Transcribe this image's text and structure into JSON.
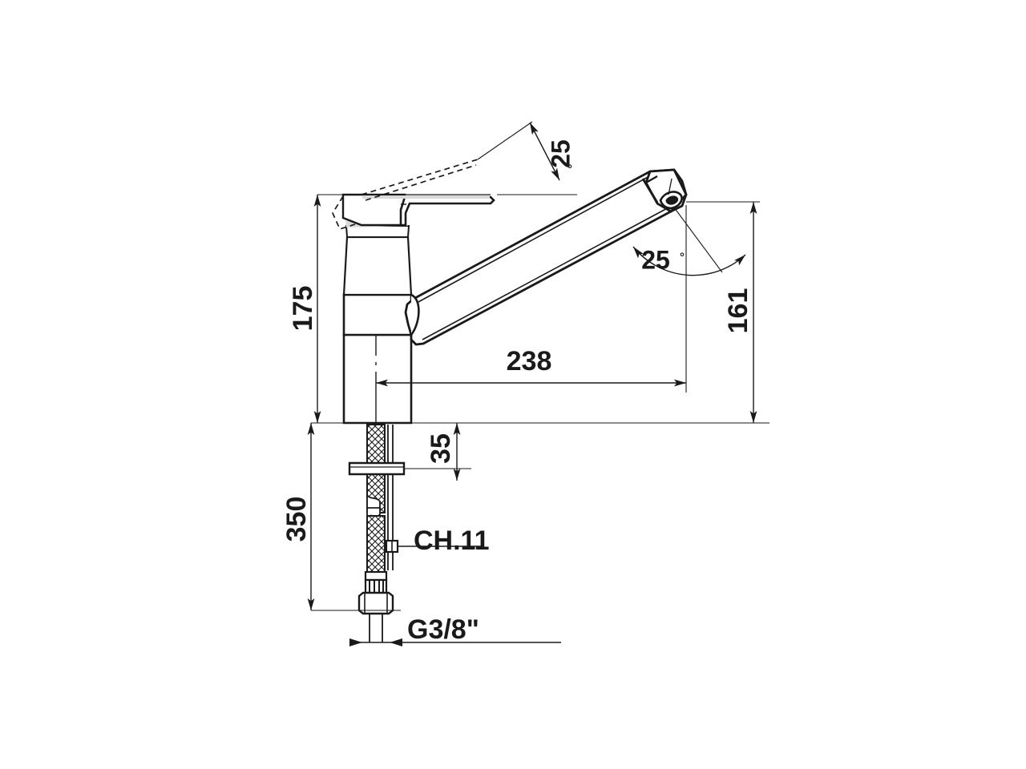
{
  "drawing": {
    "type": "technical-drawing",
    "subject": "single-lever kitchen mixer faucet",
    "view": "side elevation",
    "background_color": "#ffffff",
    "line_color": "#1a1a1a",
    "shading_color": "#d9d9d9"
  },
  "dimensions": {
    "height_above_deck": "175",
    "hose_length_below_deck": "350",
    "spout_reach": "238",
    "spout_tip_height": "161",
    "deck_to_flange": "35",
    "lever_swing_angle": "25",
    "spout_tip_angle": "25",
    "degree_symbol": "°"
  },
  "labels": {
    "hex_wrench": "CH.11",
    "thread": "G3/8\""
  },
  "annotations": [
    {
      "id": "dim-175",
      "value": "175",
      "orientation": "vertical",
      "position": "left"
    },
    {
      "id": "dim-350",
      "value": "350",
      "orientation": "vertical",
      "position": "left-lower"
    },
    {
      "id": "dim-238",
      "value": "238",
      "orientation": "horizontal",
      "position": "center"
    },
    {
      "id": "dim-161",
      "value": "161",
      "orientation": "vertical",
      "position": "right"
    },
    {
      "id": "dim-35",
      "value": "35",
      "orientation": "vertical",
      "position": "center-lower"
    },
    {
      "id": "ang-25-top",
      "value": "25",
      "orientation": "angular",
      "position": "top"
    },
    {
      "id": "ang-25-tip",
      "value": "25",
      "orientation": "angular",
      "position": "spout-tip"
    },
    {
      "id": "lbl-ch11",
      "value": "CH.11",
      "orientation": "leader",
      "position": "lower-center"
    },
    {
      "id": "lbl-g38",
      "value": "G3/8\"",
      "orientation": "leader",
      "position": "bottom"
    }
  ]
}
